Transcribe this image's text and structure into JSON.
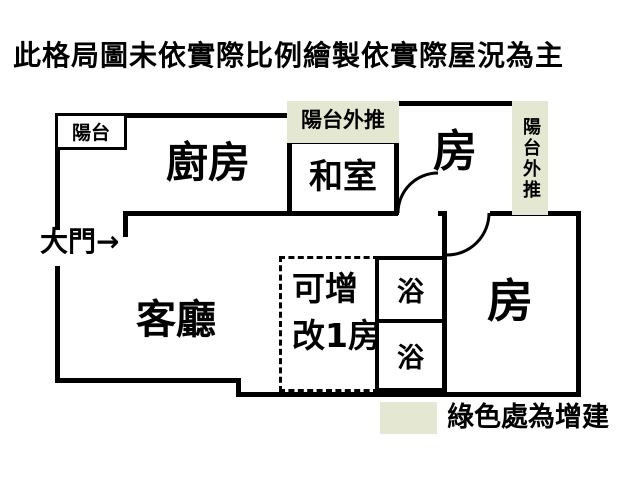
{
  "title": "此格局圖未依實際比例繪製依實際屋況為主",
  "colors": {
    "addition_green": "#e4e8d2",
    "wall_black": "#000000"
  },
  "plan": {
    "balcony_top_label": "陽台",
    "kitchen_label": "廚房",
    "balcony_push_top_label": "陽台外推",
    "washitsu_label": "和室",
    "room_top_label": "房",
    "balcony_push_right_label": "陽台外推",
    "entrance_label": "大門→",
    "living_label": "客廳",
    "addable_room_line1": "可增",
    "addable_room_line2": "改1房",
    "bath_top_label": "浴",
    "bath_bottom_label": "浴",
    "room_bottom_label": "房"
  },
  "legend": {
    "swatch_color": "#e4e8d2",
    "label": "綠色處為增建"
  }
}
